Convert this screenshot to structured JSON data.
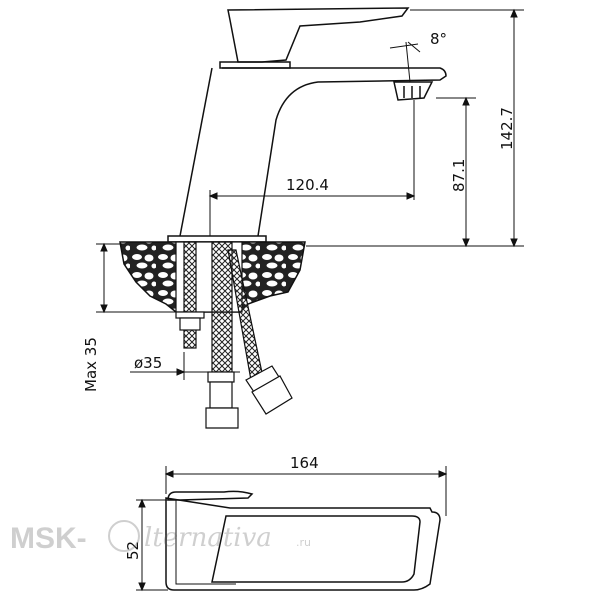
{
  "dimensions": {
    "spout_reach": "120.4",
    "spout_height": "87.1",
    "total_height": "142.7",
    "max_thickness": "Max 35",
    "hole_diameter": "ø35",
    "tilt_angle": "8°",
    "length": "164",
    "width": "52"
  },
  "watermark": {
    "brand_left": "MSK-",
    "brand_script": "lternativa",
    "domain": ".ru"
  }
}
